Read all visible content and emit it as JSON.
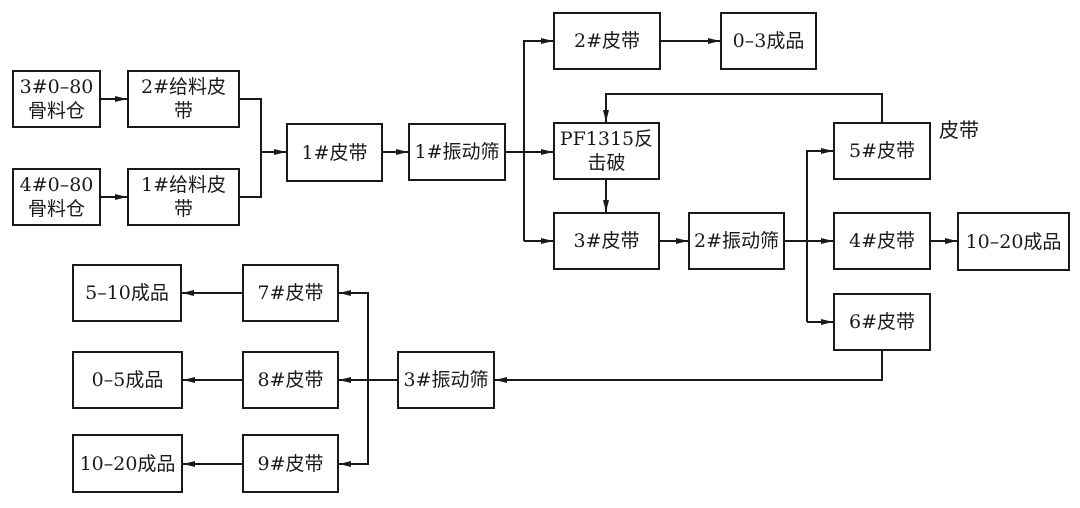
{
  "diagram": {
    "type": "process-flow",
    "nodes": {
      "bin3": [
        "3#0–80",
        "骨料仓"
      ],
      "bin4": [
        "4#0–80",
        "骨料仓"
      ],
      "feeder2": [
        "2#给料皮",
        "带"
      ],
      "feeder1": [
        "1#给料皮",
        "带"
      ],
      "belt1": [
        "1#皮带"
      ],
      "screen1": [
        "1#振动筛"
      ],
      "belt2": [
        "2#皮带"
      ],
      "product_0_3": [
        "0–3成品"
      ],
      "crusher": [
        "PF1315反",
        "击破"
      ],
      "belt3": [
        "3#皮带"
      ],
      "screen2": [
        "2#振动筛"
      ],
      "belt5": [
        "5#皮带"
      ],
      "belt4": [
        "4#皮带"
      ],
      "product_10_20_a": [
        "10–20成品"
      ],
      "belt6": [
        "6#皮带"
      ],
      "screen3": [
        "3#振动筛"
      ],
      "belt7": [
        "7#皮带"
      ],
      "belt8": [
        "8#皮带"
      ],
      "belt9": [
        "9#皮带"
      ],
      "product_5_10": [
        "5–10成品"
      ],
      "product_0_5": [
        "0–5成品"
      ],
      "product_10_20_b": [
        "10–20成品"
      ]
    },
    "stray_label": "皮带",
    "edges": [
      [
        "bin3",
        "feeder2"
      ],
      [
        "bin4",
        "feeder1"
      ],
      [
        "feeder2",
        "belt1"
      ],
      [
        "feeder1",
        "belt1"
      ],
      [
        "belt1",
        "screen1"
      ],
      [
        "screen1",
        "belt2"
      ],
      [
        "screen1",
        "crusher"
      ],
      [
        "screen1",
        "belt3"
      ],
      [
        "belt2",
        "product_0_3"
      ],
      [
        "crusher",
        "belt3"
      ],
      [
        "belt3",
        "screen2"
      ],
      [
        "screen2",
        "belt5"
      ],
      [
        "screen2",
        "belt4"
      ],
      [
        "screen2",
        "belt6"
      ],
      [
        "belt5",
        "crusher"
      ],
      [
        "belt4",
        "product_10_20_a"
      ],
      [
        "belt6",
        "screen3"
      ],
      [
        "screen3",
        "belt7"
      ],
      [
        "screen3",
        "belt8"
      ],
      [
        "screen3",
        "belt9"
      ],
      [
        "belt7",
        "product_5_10"
      ],
      [
        "belt8",
        "product_0_5"
      ],
      [
        "belt9",
        "product_10_20_b"
      ]
    ]
  }
}
